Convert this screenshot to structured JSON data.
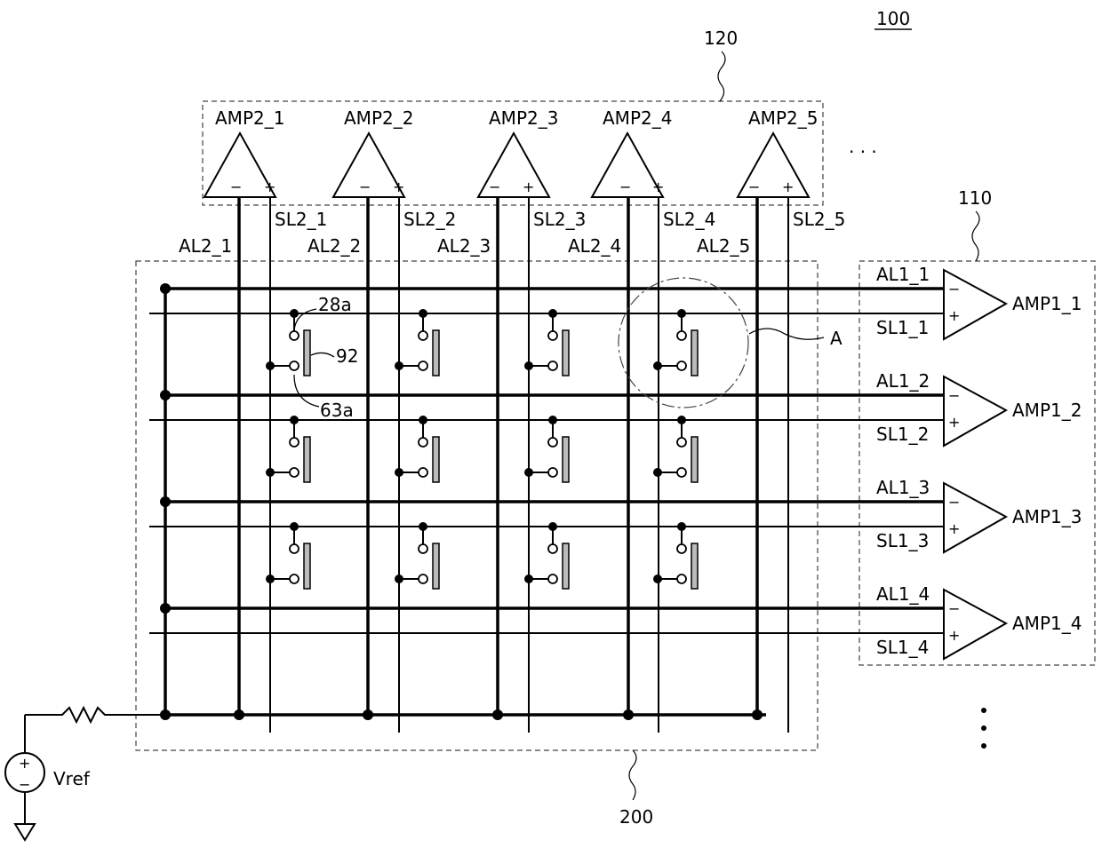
{
  "figure_number": "100",
  "blocks": {
    "amp2_block": "120",
    "amp1_block": "110",
    "array_block": "200"
  },
  "amp2": [
    "AMP2_1",
    "AMP2_2",
    "AMP2_3",
    "AMP2_4",
    "AMP2_5"
  ],
  "amp2_minus": "−",
  "amp2_plus": "+",
  "sl2": [
    "SL2_1",
    "SL2_2",
    "SL2_3",
    "SL2_4",
    "SL2_5"
  ],
  "al2": [
    "AL2_1",
    "AL2_2",
    "AL2_3",
    "AL2_4",
    "AL2_5"
  ],
  "amp1": [
    "AMP1_1",
    "AMP1_2",
    "AMP1_3",
    "AMP1_4"
  ],
  "al1": [
    "AL1_1",
    "AL1_2",
    "AL1_3",
    "AL1_4"
  ],
  "sl1": [
    "SL1_1",
    "SL1_2",
    "SL1_3",
    "SL1_4"
  ],
  "callouts": {
    "node_28a": "28a",
    "element_92": "92",
    "node_63a": "63a",
    "detail_A": "A"
  },
  "source": {
    "label": "Vref",
    "plus": "+",
    "minus": "−"
  },
  "continuation": "· · ·"
}
